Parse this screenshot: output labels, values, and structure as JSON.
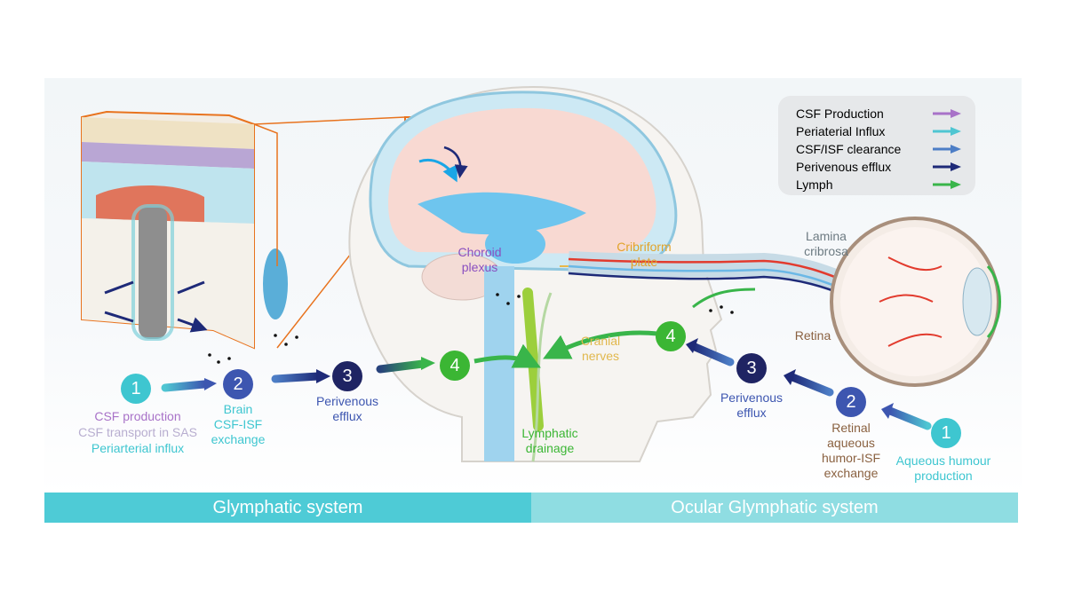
{
  "legend": {
    "items": [
      {
        "label": "CSF Production",
        "color": "#a872c8"
      },
      {
        "label": "Periaterial Influx",
        "color": "#4fc6d2"
      },
      {
        "label": "CSF/ISF clearance",
        "color": "#4d7ec6"
      },
      {
        "label": "Perivenous efflux",
        "color": "#1e2a78"
      },
      {
        "label": "Lymph",
        "color": "#39b54a"
      }
    ]
  },
  "anatomy": {
    "choroid_plexus": "Choroid\nplexus",
    "cribriform_plate": "Cribriform\nplate",
    "cranial_nerves": "Cranial\nnerves",
    "lymphatic_drainage": "Lymphatic\ndrainage",
    "lamina_cribrosa": "Lamina\ncribrosa",
    "retina": "Retina"
  },
  "glymphatic": {
    "step1": {
      "num": "1",
      "lines": [
        "CSF production",
        "CSF transport in SAS",
        "Periarterial influx"
      ]
    },
    "step2": {
      "num": "2",
      "text": "Brain\nCSF-ISF\nexchange"
    },
    "step3": {
      "num": "3",
      "text": "Perivenous\nefflux"
    },
    "step4": {
      "num": "4"
    }
  },
  "ocular": {
    "step1": {
      "num": "1",
      "text": "Aqueous humour\nproduction"
    },
    "step2": {
      "num": "2",
      "text": "Retinal\naqueous\nhumor-ISF\nexchange"
    },
    "step3": {
      "num": "3",
      "text": "Perivenous\nefflux"
    },
    "step4": {
      "num": "4"
    }
  },
  "bands": {
    "left": "Glymphatic system",
    "right": "Ocular Glymphatic system"
  },
  "colors": {
    "band_left": "#4ecbd6",
    "band_right": "#8fdde2",
    "step_teal": "#3ec6d0",
    "step_blue": "#3d56b0",
    "step_navy": "#1f2463",
    "step_green": "#3bb634",
    "brown": "#8a6140",
    "orange": "#e8731e"
  }
}
